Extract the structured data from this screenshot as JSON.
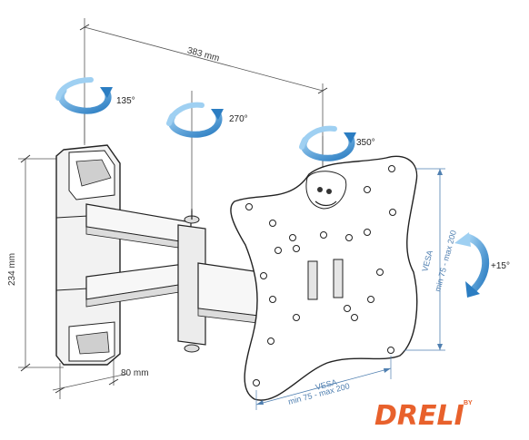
{
  "dimensions": {
    "width_label": "383 mm",
    "height_label": "234 mm",
    "depth_label": "80 mm"
  },
  "rotations": {
    "wall_swivel": "135°",
    "middle_swivel": "270°",
    "plate_rotation": "350°",
    "tilt": "+15°"
  },
  "vesa": {
    "vertical_title": "VESA",
    "vertical_range": "min 75 - max 200",
    "horizontal_title": "VESA",
    "horizontal_range": "min 75 - max 200"
  },
  "logo": {
    "text": "DRELI",
    "by": "BY"
  },
  "colors": {
    "arrow_blue": "#3a8fd0",
    "vesa_blue": "#4f7fb0",
    "logo_orange": "#e8612c",
    "line": "#222222"
  }
}
